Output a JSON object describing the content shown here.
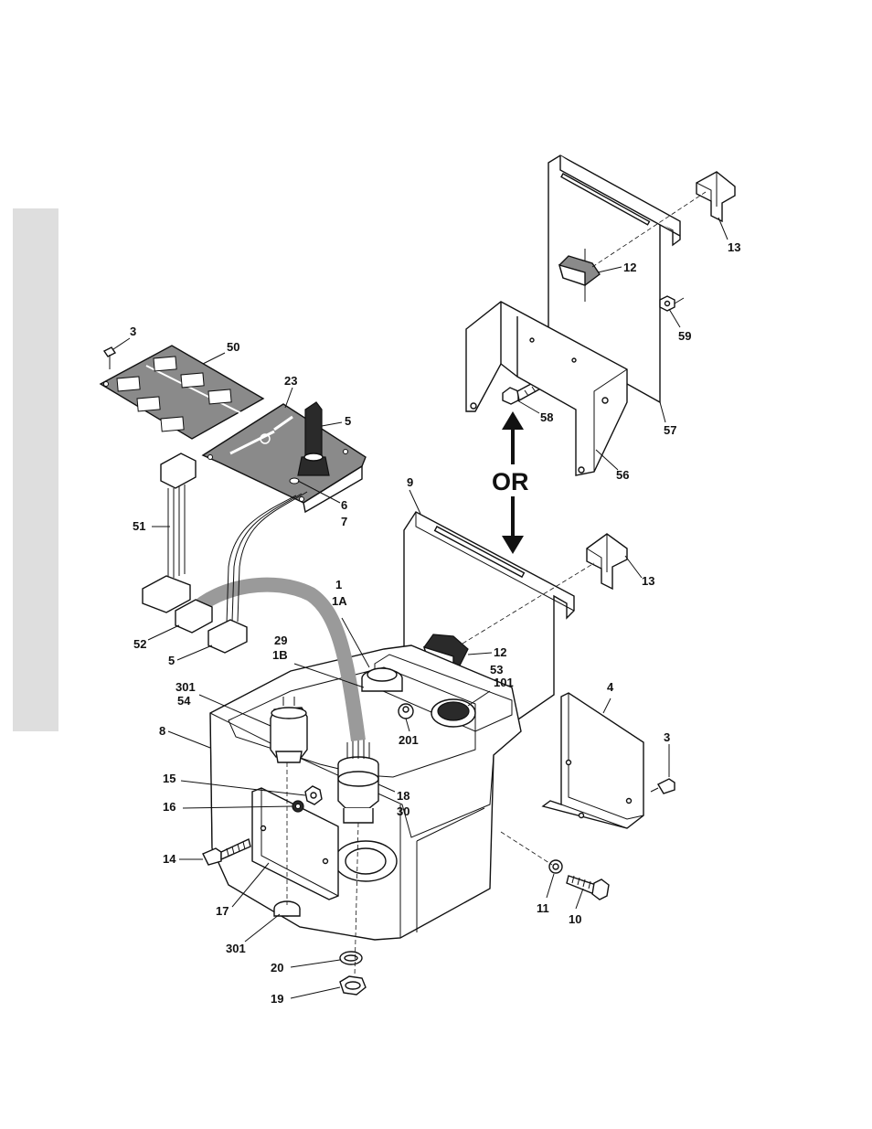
{
  "callouts": {
    "c3a": "3",
    "c50": "50",
    "c23": "23",
    "c5a": "5",
    "c6": "6",
    "c7": "7",
    "c51": "51",
    "c52": "52",
    "c5b": "5",
    "c1": "1",
    "c1A": "1A",
    "c29": "29",
    "c1B": "1B",
    "c301a": "301",
    "c54": "54",
    "c8": "8",
    "c15": "15",
    "c16": "16",
    "c14": "14",
    "c17": "17",
    "c301b": "301",
    "c20": "20",
    "c19": "19",
    "c18": "18",
    "c30": "30",
    "c201": "201",
    "c53": "53",
    "c101": "101",
    "c12a": "12",
    "c9": "9",
    "c13a": "13",
    "c4": "4",
    "c3b": "3",
    "c11": "11",
    "c10": "10",
    "c13b": "13",
    "c12b": "12",
    "c59": "59",
    "c58": "58",
    "c57": "57",
    "c56": "56"
  },
  "or_label": "OR"
}
